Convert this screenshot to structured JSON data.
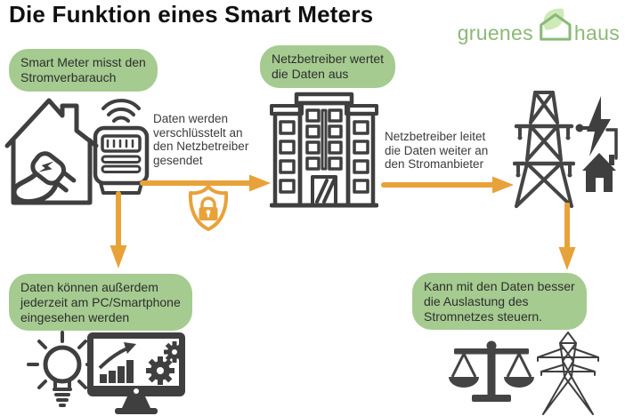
{
  "title": "Die Funktion eines Smart Meters",
  "logo": {
    "word1": "gruenes",
    "word2": "haus"
  },
  "callouts": {
    "smart_meter": "Smart Meter misst den\nStromverbarauch",
    "netzbetreiber": "Netzbetreiber wertet\ndie Daten aus",
    "pc_smartphone": "Daten können außerdem\njederzeit am PC/Smartphone\neingesehen werden",
    "stromnetz": "Kann mit den Daten besser\ndie Auslastung des\nStromnetzes steuern."
  },
  "labels": {
    "encrypted": "Daten werden\nverschlüsstelt an\nden Netzbetreiber\ngesendet",
    "forward": "Netzbetreiber leitet\ndie Daten weiter an\nden Stromanbieter"
  },
  "icons": [
    "house-plug-icon",
    "smart-meter-icon",
    "shield-lock-icon",
    "building-icon",
    "power-pylon-icon",
    "lightning-bolt-icon",
    "supplied-house-icon",
    "lightbulb-icon",
    "monitor-chart-icon",
    "gears-icon",
    "scales-icon",
    "transmission-tower-icon",
    "leaf-house-logo-icon"
  ],
  "colors": {
    "green_pill": "#a5cb90",
    "orange": "#e8a23a",
    "icon_gray": "#3f3f3f",
    "logo_green": "#8cb877",
    "leaf_green": "#cdeab8",
    "title": "#101010",
    "body_text": "#3c3c3c"
  }
}
